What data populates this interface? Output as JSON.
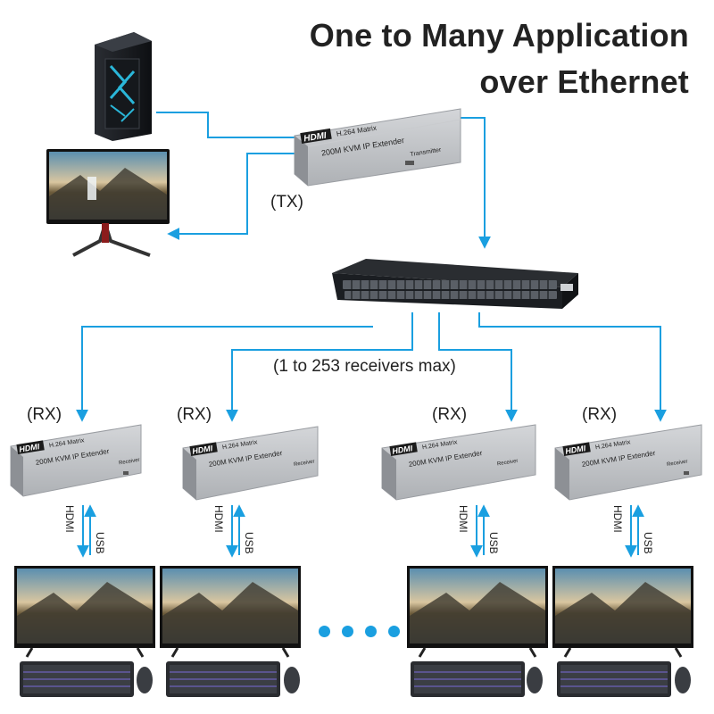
{
  "title": {
    "line1": "One to Many Application",
    "line2": "over Ethernet"
  },
  "colors": {
    "line": "#1a9fe0",
    "device": "#b9bcc0",
    "device_dark": "#8d9095",
    "text": "#222222"
  },
  "tx_label": "(TX)",
  "receivers_label": "(1 to 253 receivers max)",
  "device": {
    "brand": "HDMI",
    "model": "H.264  Matrix",
    "name": "200M KVM IP Extender",
    "tx_tag": "Transmitter",
    "rx_tag": "Receiver"
  },
  "receivers": [
    {
      "label": "(RX)"
    },
    {
      "label": "(RX)"
    },
    {
      "label": "(RX)"
    },
    {
      "label": "(RX)"
    }
  ],
  "cable_labels": {
    "hdmi": "HDMI",
    "usb": "USB"
  },
  "icons": [
    "computer-tower-icon",
    "monitor-icon",
    "network-switch-icon",
    "keyboard-icon",
    "mouse-icon"
  ]
}
